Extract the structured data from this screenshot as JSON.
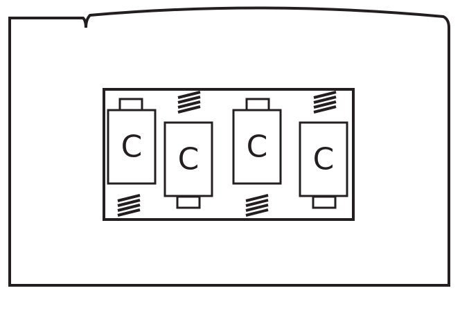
{
  "batteries": [
    {
      "label": "C",
      "terminal": "top"
    },
    {
      "label": "C",
      "terminal": "bottom"
    },
    {
      "label": "C",
      "terminal": "top"
    },
    {
      "label": "C",
      "terminal": "bottom"
    }
  ],
  "colors": {
    "line": "#231f20",
    "background": "#ffffff"
  }
}
